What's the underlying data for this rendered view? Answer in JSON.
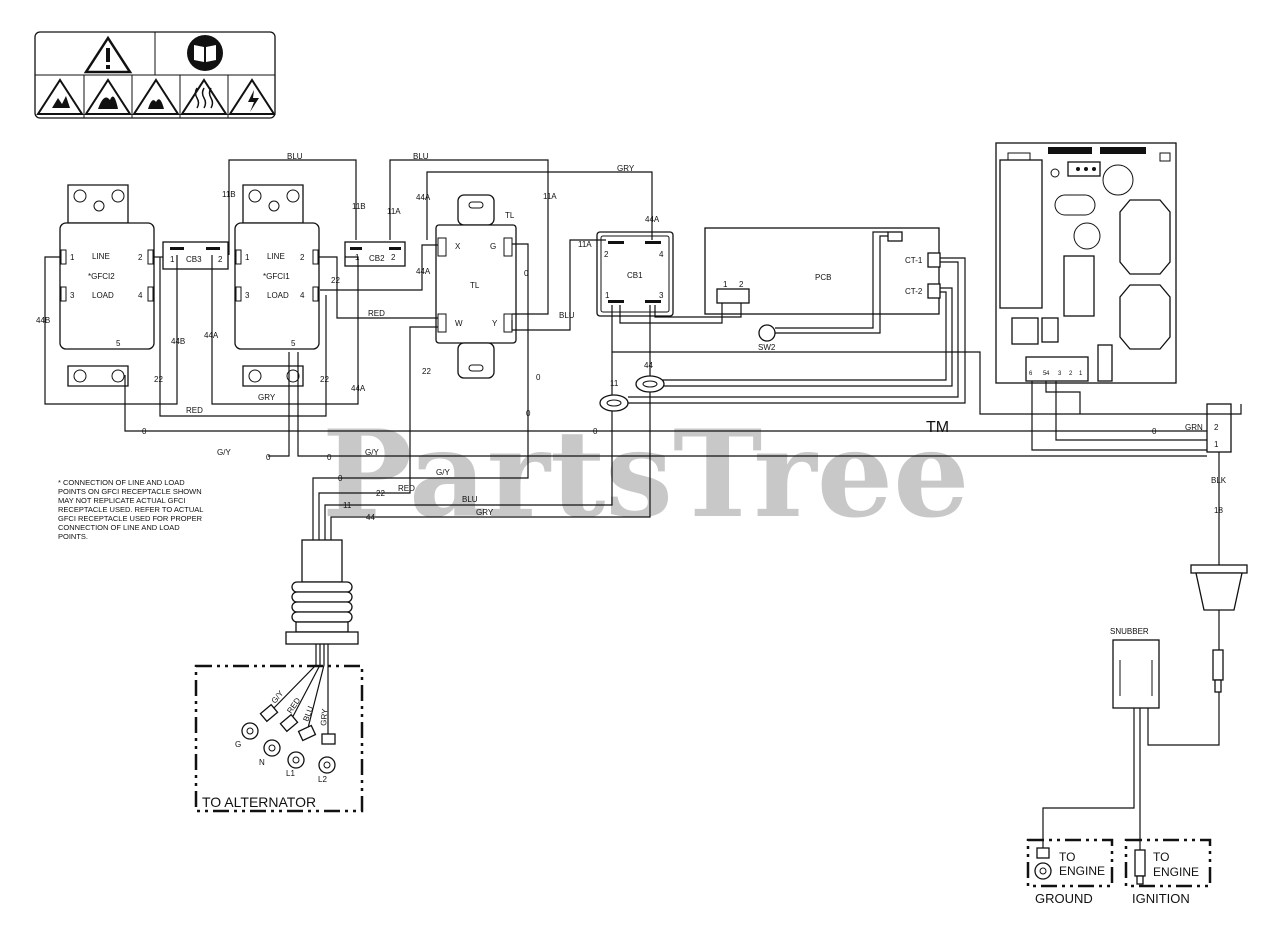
{
  "watermark": {
    "text": "PartsTree",
    "tm": "TM"
  },
  "note_lines": [
    "* CONNECTION OF LINE AND LOAD",
    "POINTS  ON GFCI  RECEPTACLE SHOWN",
    "MAY NOT REPLICATE ACTUAL GFCI",
    "RECEPTACLE USED.  REFER TO ACTUAL",
    "GFCI RECEPTACLE USED FOR PROPER",
    "CONNECTION OF LINE AND LOAD",
    "POINTS."
  ],
  "warning_icons": [
    "warning-icon",
    "manual-icon",
    "explosion-icon",
    "fire-icon",
    "flammable-icon",
    "hot-surface-icon",
    "shock-icon"
  ],
  "gfci2": {
    "line": "LINE",
    "name": "*GFCI2",
    "load": "LOAD",
    "pins": [
      "1",
      "2",
      "3",
      "4",
      "5"
    ]
  },
  "gfci1": {
    "line": "LINE",
    "name": "*GFCI1",
    "load": "LOAD",
    "pins": [
      "1",
      "2",
      "3",
      "4",
      "5"
    ]
  },
  "cb3": {
    "name": "CB3",
    "pins": [
      "1",
      "2"
    ]
  },
  "cb2": {
    "name": "CB2",
    "pins": [
      "1",
      "2"
    ]
  },
  "cb1": {
    "name": "CB1",
    "pins": [
      "1",
      "2",
      "3",
      "4"
    ]
  },
  "tl": {
    "name": "TL",
    "top": "TL",
    "pins": [
      "X",
      "G",
      "W",
      "Y"
    ]
  },
  "pcb": {
    "name": "PCB",
    "ct1": "CT-1",
    "ct2": "CT-2",
    "pins": [
      "1",
      "2"
    ]
  },
  "sw2": "SW2",
  "wires": {
    "blu": "BLU",
    "gry": "GRY",
    "red": "RED",
    "gy": "G/Y",
    "grn": "GRN",
    "blk": "BLK",
    "w11b": "11B",
    "w11a": "11A",
    "w44a": "44A",
    "w44b": "44B",
    "w22": "22",
    "w0": "0",
    "w44": "44",
    "w11": "11",
    "w18": "18"
  },
  "ring_labels": [
    "11",
    "44"
  ],
  "connector": {
    "pins": [
      "6",
      "5",
      "4",
      "3",
      "2",
      "1"
    ],
    "plug_pins": [
      "2",
      "1"
    ]
  },
  "alternator": {
    "label": "TO ALTERNATOR",
    "leads": [
      {
        "wire": "G/Y",
        "term": "G"
      },
      {
        "wire": "RED",
        "term": "N"
      },
      {
        "wire": "BLU",
        "term": "L1"
      },
      {
        "wire": "GRY",
        "term": "L2"
      }
    ]
  },
  "snubber": "SNUBBER",
  "engine": {
    "to": "TO",
    "engine": "ENGINE",
    "ground": "GROUND",
    "ignition": "IGNITION"
  }
}
